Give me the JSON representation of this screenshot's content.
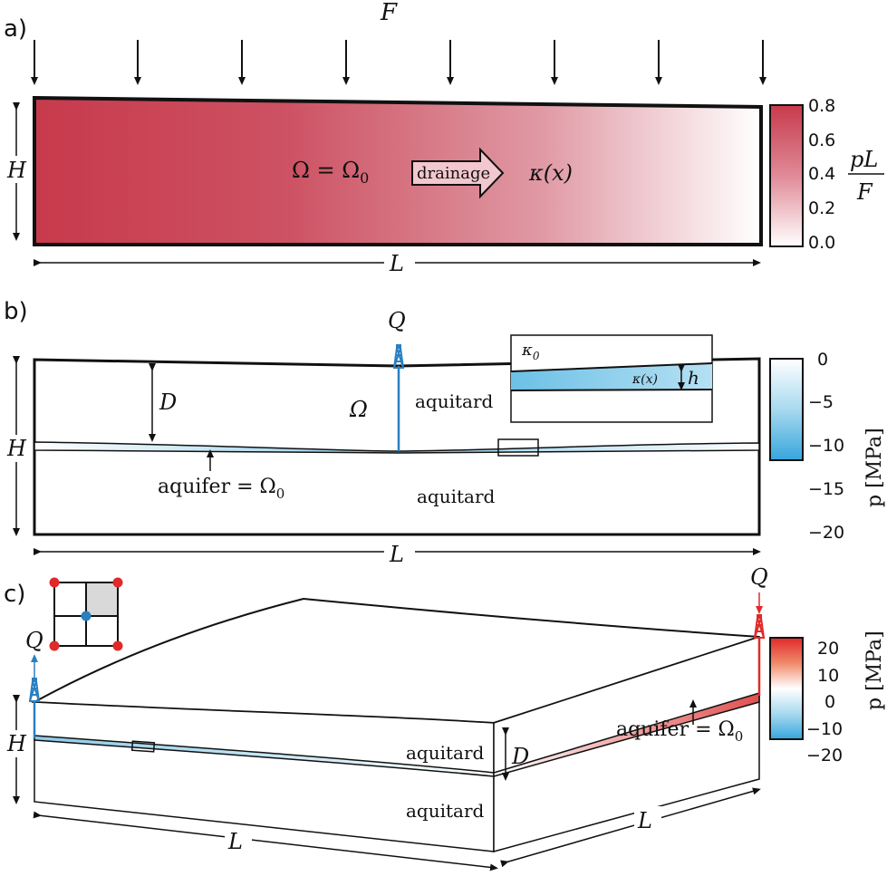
{
  "panel_a": {
    "tag": "a)",
    "force": "F",
    "height": "H",
    "length": "L",
    "domain_eq": "Ω = Ω",
    "domain_sub": "0",
    "drainage": "drainage",
    "kappa": "κ(x)",
    "colorbar": {
      "ticks": [
        "0.8",
        "0.6",
        "0.4",
        "0.2",
        "0.0"
      ],
      "label_num": "pL",
      "label_den": "F",
      "color_high": "#c73a4c",
      "color_low": "#ffffff"
    }
  },
  "panel_b": {
    "tag": "b)",
    "flow": "Q",
    "depth": "D",
    "height": "H",
    "length": "L",
    "omega": "Ω",
    "aquitard_upper": "aquitard",
    "aquitard_lower": "aquitard",
    "aquifer_eq": "aquifer = Ω",
    "aquifer_sub": "0",
    "inset": {
      "kappa0": "κ",
      "kappa0_sub": "0",
      "kappa_x": "κ(x)",
      "thickness": "h"
    },
    "colorbar": {
      "ticks": [
        "0",
        "−5",
        "−10",
        "−15",
        "−20"
      ],
      "label": "p [MPa]",
      "color_high": "#ffffff",
      "color_low": "#36a6dd"
    }
  },
  "panel_c": {
    "tag": "c)",
    "flow_left": "Q",
    "flow_right": "Q",
    "height": "H",
    "depth": "D",
    "length_front": "L",
    "length_side": "L",
    "aquitard_upper": "aquitard",
    "aquitard_lower": "aquitard",
    "aquifer_eq": "aquifer = Ω",
    "aquifer_sub": "0",
    "colorbar": {
      "ticks": [
        "20",
        "10",
        "0",
        "−10",
        "−20"
      ],
      "label": "p [MPa]",
      "color_high": "#e02a2a",
      "color_low": "#36a6dd"
    }
  }
}
